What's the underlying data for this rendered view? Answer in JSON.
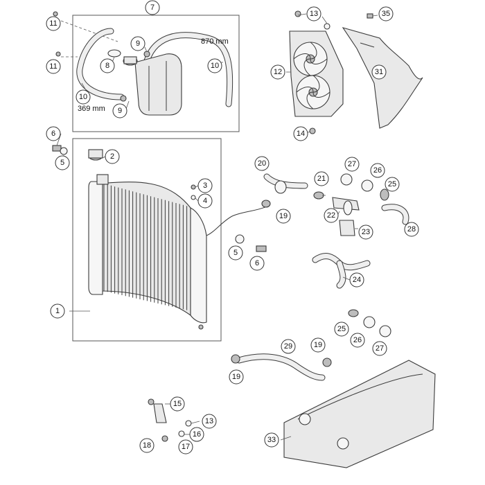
{
  "callouts": [
    {
      "id": "c-1",
      "label": "1"
    },
    {
      "id": "c-2",
      "label": "2"
    },
    {
      "id": "c-3",
      "label": "3"
    },
    {
      "id": "c-4",
      "label": "4"
    },
    {
      "id": "c-5a",
      "label": "5"
    },
    {
      "id": "c-5b",
      "label": "5"
    },
    {
      "id": "c-6a",
      "label": "6"
    },
    {
      "id": "c-6b",
      "label": "6"
    },
    {
      "id": "c-7",
      "label": "7"
    },
    {
      "id": "c-8",
      "label": "8"
    },
    {
      "id": "c-9a",
      "label": "9"
    },
    {
      "id": "c-9b",
      "label": "9"
    },
    {
      "id": "c-10a",
      "label": "10"
    },
    {
      "id": "c-10b",
      "label": "10"
    },
    {
      "id": "c-11a",
      "label": "11"
    },
    {
      "id": "c-11b",
      "label": "11"
    },
    {
      "id": "c-12",
      "label": "12"
    },
    {
      "id": "c-13a",
      "label": "13"
    },
    {
      "id": "c-13b",
      "label": "13"
    },
    {
      "id": "c-14",
      "label": "14"
    },
    {
      "id": "c-15",
      "label": "15"
    },
    {
      "id": "c-16",
      "label": "16"
    },
    {
      "id": "c-17",
      "label": "17"
    },
    {
      "id": "c-18",
      "label": "18"
    },
    {
      "id": "c-19a",
      "label": "19"
    },
    {
      "id": "c-19b",
      "label": "19"
    },
    {
      "id": "c-19c",
      "label": "19"
    },
    {
      "id": "c-20",
      "label": "20"
    },
    {
      "id": "c-21",
      "label": "21"
    },
    {
      "id": "c-22",
      "label": "22"
    },
    {
      "id": "c-23",
      "label": "23"
    },
    {
      "id": "c-24",
      "label": "24"
    },
    {
      "id": "c-25a",
      "label": "25"
    },
    {
      "id": "c-25b",
      "label": "25"
    },
    {
      "id": "c-26a",
      "label": "26"
    },
    {
      "id": "c-26b",
      "label": "26"
    },
    {
      "id": "c-27a",
      "label": "27"
    },
    {
      "id": "c-27b",
      "label": "27"
    },
    {
      "id": "c-28",
      "label": "28"
    },
    {
      "id": "c-29",
      "label": "29"
    },
    {
      "id": "c-31",
      "label": "31"
    },
    {
      "id": "c-33",
      "label": "33"
    },
    {
      "id": "c-35",
      "label": "35"
    }
  ],
  "dimensions": {
    "hose_long": "870 mm",
    "hose_short": "369 mm"
  }
}
